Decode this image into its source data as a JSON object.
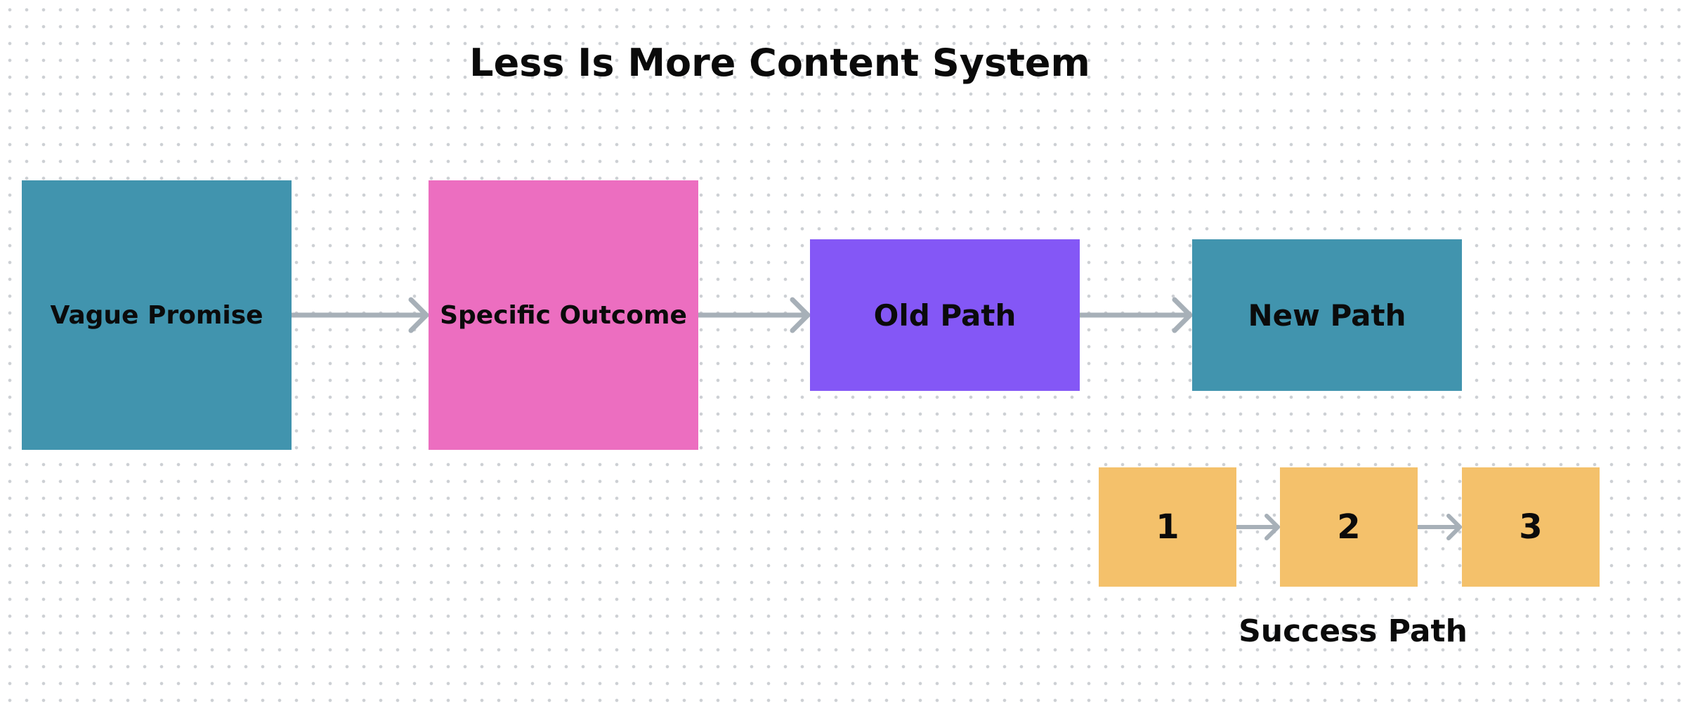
{
  "diagram": {
    "title": "Less Is More Content System",
    "nodes": [
      {
        "id": "vague",
        "label": "Vague Promise",
        "color": "#4194ae"
      },
      {
        "id": "specific",
        "label": "Specific Outcome",
        "color": "#ec6ec0"
      },
      {
        "id": "old",
        "label": "Old Path",
        "color": "#8457f6"
      },
      {
        "id": "new",
        "label": "New Path",
        "color": "#4194ae"
      }
    ],
    "success_path": {
      "steps": [
        "1",
        "2",
        "3"
      ],
      "step_color": "#f4c16b",
      "caption": "Success Path"
    },
    "edges": [
      {
        "from": "vague",
        "to": "specific"
      },
      {
        "from": "specific",
        "to": "old"
      },
      {
        "from": "old",
        "to": "new"
      },
      {
        "from": "step-1",
        "to": "step-2"
      },
      {
        "from": "step-2",
        "to": "step-3"
      }
    ],
    "arrow_color": "#a7b0b8",
    "background": "dotted grid"
  }
}
